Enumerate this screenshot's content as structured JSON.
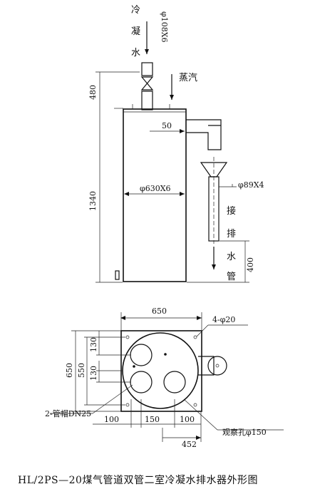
{
  "elevation": {
    "condensate_label": [
      "冷",
      "凝",
      "水"
    ],
    "condensate_pipe": "φ108X6",
    "steam_label": "蒸汽",
    "dim_top_height": "480",
    "dim_body_height": "1340",
    "dim_offset": "50",
    "vessel_spec": "φ630X6",
    "drain_pipe": "φ89X4",
    "drain_label": [
      "接",
      "排",
      "水",
      "管"
    ],
    "dim_drain": "400"
  },
  "plan": {
    "dim_total_width": "650",
    "holes": "4-φ20",
    "dim_130_top": "130",
    "dim_550": "550",
    "dim_650_height": "650",
    "dim_130_bottom": "130",
    "cap_label": "2-管帽DN25",
    "dim_100_left": "100",
    "dim_150": "150",
    "dim_100_right": "100",
    "sight_hole": "观察孔φ150",
    "dim_452": "452"
  },
  "caption": "HL/2PS—20煤气管道双管二室冷凝水排水器外形图"
}
